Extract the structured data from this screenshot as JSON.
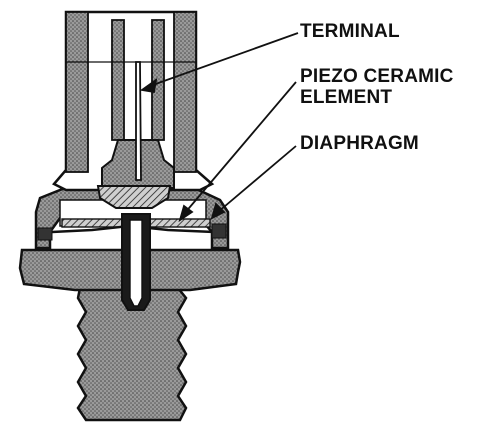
{
  "labels": {
    "terminal": "TERMINAL",
    "piezo_line1": "PIEZO CERAMIC",
    "piezo_line2": "ELEMENT",
    "diaphragm": "DIAPHRAGM"
  },
  "colors": {
    "ink": "#111111",
    "hatch": "#8a8a8a",
    "paper": "#ffffff"
  }
}
